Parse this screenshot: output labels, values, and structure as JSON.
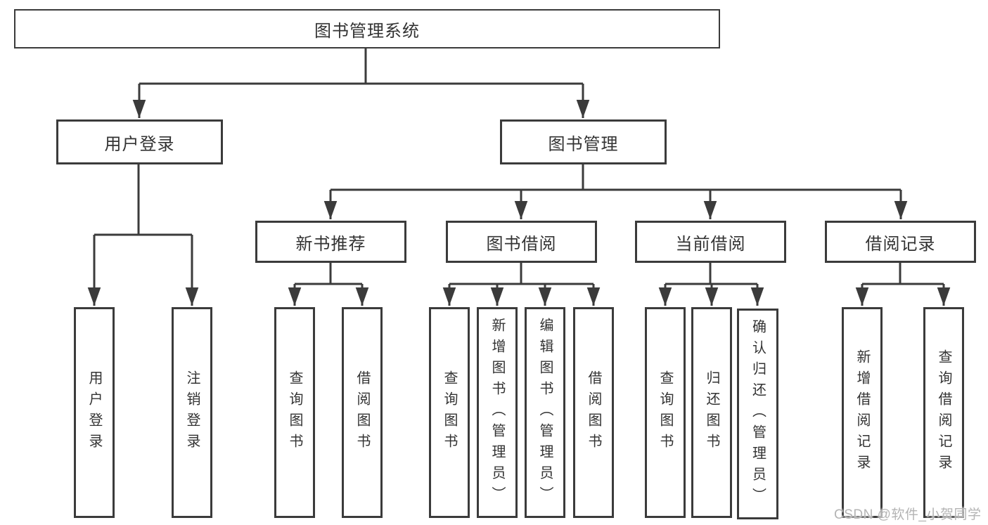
{
  "diagram_title": "图书管理系统",
  "nodes": {
    "root": "图书管理系统",
    "user_login": "用户登录",
    "book_mgmt": "图书管理",
    "new_book_rec": "新书推荐",
    "book_borrow": "图书借阅",
    "current_borrow": "当前借阅",
    "borrow_record": "借阅记录",
    "login": "用户登录",
    "logout": "注销登录",
    "nb_query_book": "查询图书",
    "nb_borrow_book": "借阅图书",
    "bb_query_book": "查询图书",
    "bb_add_book": "新增图书（管理员）",
    "bb_edit_book": "编辑图书（管理员）",
    "bb_borrow_book": "借阅图书",
    "cb_query_book": "查询图书",
    "cb_return_book": "归还图书",
    "cb_confirm_return": "确认归还（管理员）",
    "br_add_record": "新增借阅记录",
    "br_query_record": "查询借阅记录"
  },
  "hierarchy": {
    "图书管理系统": {
      "用户登录": [
        "用户登录",
        "注销登录"
      ],
      "图书管理": {
        "新书推荐": [
          "查询图书",
          "借阅图书"
        ],
        "图书借阅": [
          "查询图书",
          "新增图书（管理员）",
          "编辑图书（管理员）",
          "借阅图书"
        ],
        "当前借阅": [
          "查询图书",
          "归还图书",
          "确认归还（管理员）"
        ],
        "借阅记录": [
          "新增借阅记录",
          "查询借阅记录"
        ]
      }
    }
  },
  "watermark": "CSDN @软件_小贺同学",
  "colors": {
    "line": "#3b3b3b",
    "text": "#333333",
    "watermark": "#b4b4b4",
    "background": "#ffffff"
  }
}
